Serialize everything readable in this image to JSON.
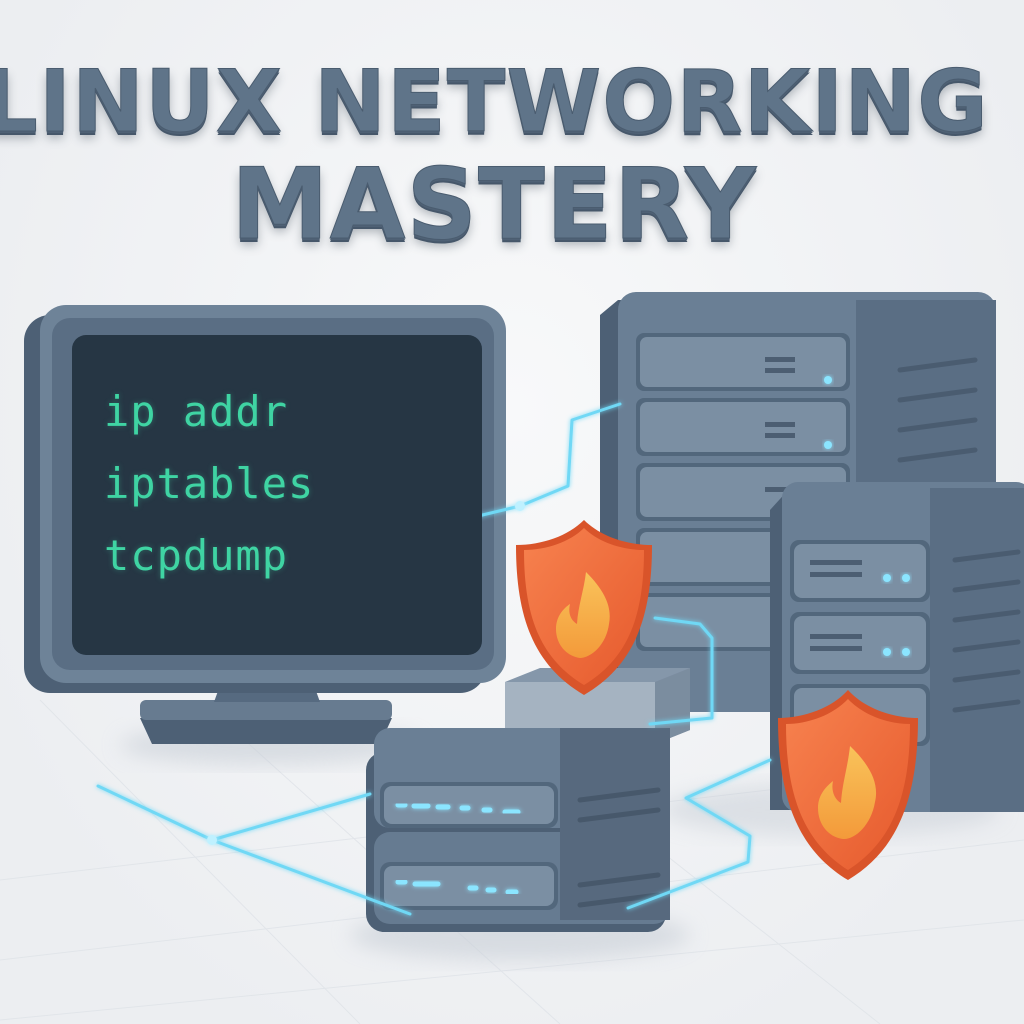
{
  "title": {
    "line1": "LINUX NETWORKING",
    "line2": "MASTERY"
  },
  "terminal": {
    "commands": [
      "ip addr",
      "iptables",
      "tcpdump"
    ]
  },
  "icons": {
    "firewall": "firewall-shield-icon",
    "server": "server-rack-icon",
    "switch": "network-switch-icon",
    "monitor": "monitor-icon"
  },
  "colors": {
    "title": "#5f7489",
    "body_dark": "#5b6f84",
    "screen": "#263644",
    "terminal_text": "#3fd4a3",
    "cable_glow": "#6fd8f5",
    "firewall_orange": "#f26b3a",
    "flame_yellow": "#f7b548"
  }
}
